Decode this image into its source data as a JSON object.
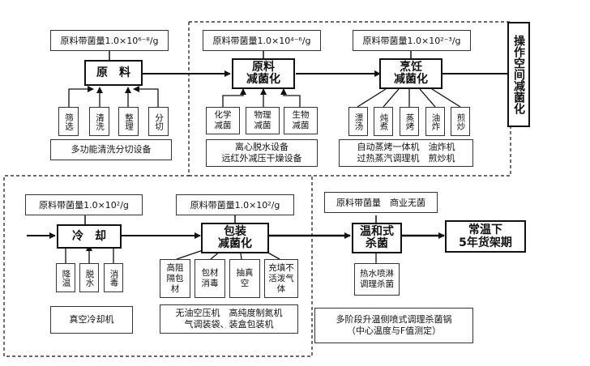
{
  "top": {
    "raw": {
      "count": "原料带菌量1.0×10⁶⁻⁸/g",
      "title": "原　料",
      "steps": [
        "筛选",
        "清洗",
        "整理",
        "分切"
      ],
      "equipment": [
        "多功能清洗分切设备"
      ]
    },
    "reduce": {
      "count": "原料带菌量1.0×10⁴⁻⁶/g",
      "title": [
        "原料",
        "减菌化"
      ],
      "steps": [
        [
          "化学",
          "减菌"
        ],
        [
          "物理",
          "减菌"
        ],
        [
          "生物",
          "减菌"
        ]
      ],
      "equipment": [
        "离心脱水设备",
        "远红外减压干燥设备"
      ]
    },
    "cook": {
      "count": "原料带菌量1.0×10²⁻³/g",
      "title": [
        "烹饪",
        "减菌化"
      ],
      "steps": [
        "漂汤",
        "炖煮",
        "蒸烤",
        "油炸",
        "煎炒"
      ],
      "equipment": [
        "自动蒸烤一体机　油炸机",
        "过热蒸汽调理机　煎炒机"
      ]
    },
    "side_label": "操作空间减菌化"
  },
  "bottom": {
    "cool": {
      "count": "原料带菌量1.0×10²/g",
      "title": "冷　却",
      "steps": [
        "降温",
        "脱水",
        "消毒"
      ],
      "equipment": [
        "真空冷却机"
      ]
    },
    "pack": {
      "count": "原料带菌量1.0×10²/g",
      "title": [
        "包装",
        "减菌化"
      ],
      "steps": [
        [
          "高阻",
          "隔包",
          "材"
        ],
        [
          "包材",
          "消毒"
        ],
        [
          "抽真",
          "空"
        ],
        [
          "充填不",
          "活泼气",
          "体"
        ]
      ],
      "equipment": [
        "无油空压机　高纯度制氮机",
        "气调装袋、装盒包装机"
      ]
    },
    "sterilize": {
      "count": "原料带菌量　商业无菌",
      "title": [
        "温和式",
        "杀菌"
      ],
      "steps": [
        [
          "热水喷淋",
          "调理杀菌"
        ]
      ],
      "equipment": [
        "多阶段升温侧喷式调理杀菌锅",
        "（中心温度与F值测定）"
      ]
    },
    "result": [
      "常温下",
      "5年货架期"
    ]
  }
}
